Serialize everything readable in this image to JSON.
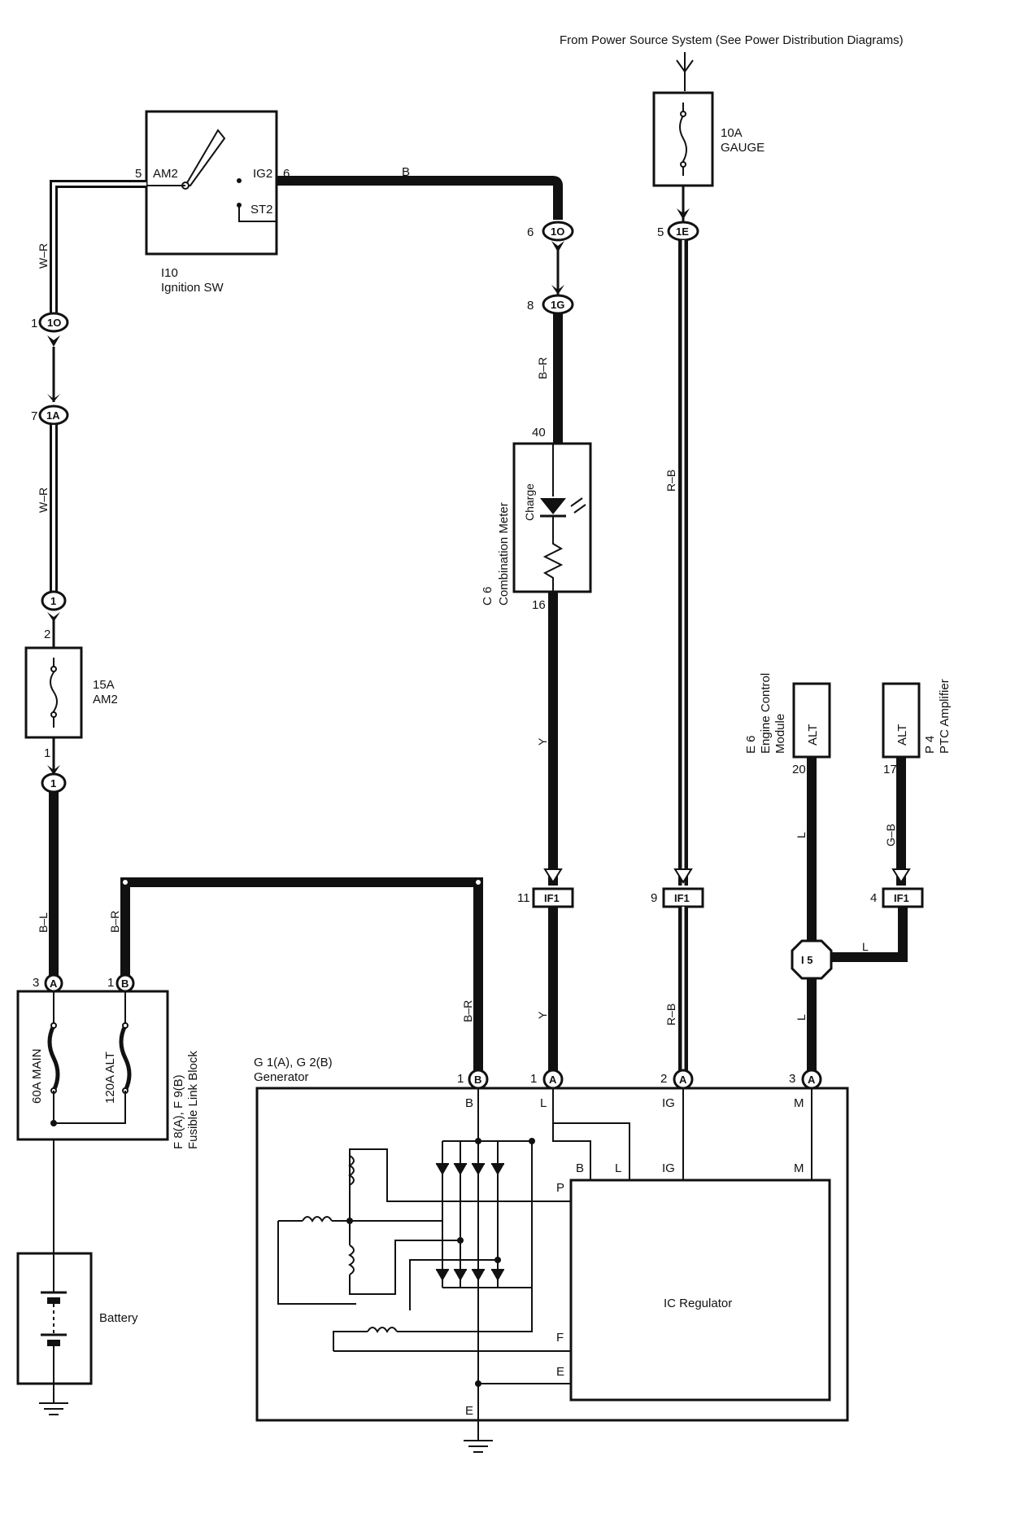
{
  "header": {
    "source_note": "From Power Source System (See Power Distribution Diagrams)"
  },
  "ignition_switch": {
    "id": "I10",
    "name": "Ignition SW",
    "pin_am2_num": "5",
    "pin_am2": "AM2",
    "pin_ig2": "IG2",
    "pin_ig2_num": "6",
    "pin_st2": "ST2"
  },
  "fuse_gauge": {
    "rating": "10A",
    "name": "GAUGE"
  },
  "fuse_am2": {
    "rating": "15A",
    "name": "AM2",
    "pin_top": "2",
    "pin_bottom": "1"
  },
  "wires": {
    "w_r_1": "W–R",
    "w_r_2": "W–R",
    "b": "B",
    "b_r_meter": "B–R",
    "r_b_1": "R–B",
    "r_b_2": "R–B",
    "y_1": "Y",
    "y_2": "Y",
    "b_l": "B–L",
    "b_r_fuse": "B–R",
    "b_r_gen": "B–R",
    "l_1": "L",
    "l_2": "L",
    "l_3": "L",
    "g_b": "G–B"
  },
  "connectors": {
    "c_1o_left": {
      "label": "1O",
      "pin": "1"
    },
    "c_1a": {
      "label": "1A",
      "pin": "7"
    },
    "c_1_upper": {
      "label": "1"
    },
    "c_1_lower": {
      "label": "1"
    },
    "c_1o_right": {
      "label": "1O",
      "pin": "6"
    },
    "c_1g": {
      "label": "1G",
      "pin": "8"
    },
    "c_1e": {
      "label": "1E",
      "pin": "5"
    },
    "c_if1_y": {
      "label": "IF1",
      "pin": "11"
    },
    "c_if1_rb": {
      "label": "IF1",
      "pin": "9"
    },
    "c_if1_gb": {
      "label": "IF1",
      "pin": "4"
    },
    "c_i5": {
      "label": "I 5"
    }
  },
  "combination_meter": {
    "id": "C 6",
    "name": "Combination Meter",
    "lamp": "Charge",
    "pin_top": "40",
    "pin_bottom": "16"
  },
  "ecm": {
    "id": "E 6",
    "name": "Engine Control",
    "name2": "Module",
    "terminal": "ALT",
    "pin": "20"
  },
  "ptc": {
    "id": "P 4",
    "name": "PTC Amplifier",
    "terminal": "ALT",
    "pin": "17"
  },
  "fusible_block": {
    "id": "F 8(A), F 9(B)",
    "name": "Fusible Link Block",
    "fuse_main": "60A MAIN",
    "fuse_alt": "120A ALT",
    "pin_a_num": "3",
    "pin_a": "A",
    "pin_b_num": "1",
    "pin_b": "B"
  },
  "battery": {
    "name": "Battery"
  },
  "generator": {
    "id": "G 1(A), G 2(B)",
    "name": "Generator",
    "pin_b_num": "1",
    "pin_b": "B",
    "pin_l_num": "1",
    "pin_l": "A",
    "pin_ig_num": "2",
    "pin_ig": "A",
    "pin_m_num": "3",
    "pin_m": "A",
    "term_b": "B",
    "term_l": "L",
    "term_ig": "IG",
    "term_m": "M",
    "term_e": "E",
    "reg_b": "B",
    "reg_l": "L",
    "reg_ig": "IG",
    "reg_m": "M",
    "reg_p": "P",
    "reg_f": "F",
    "reg_e": "E",
    "regulator": "IC Regulator"
  }
}
